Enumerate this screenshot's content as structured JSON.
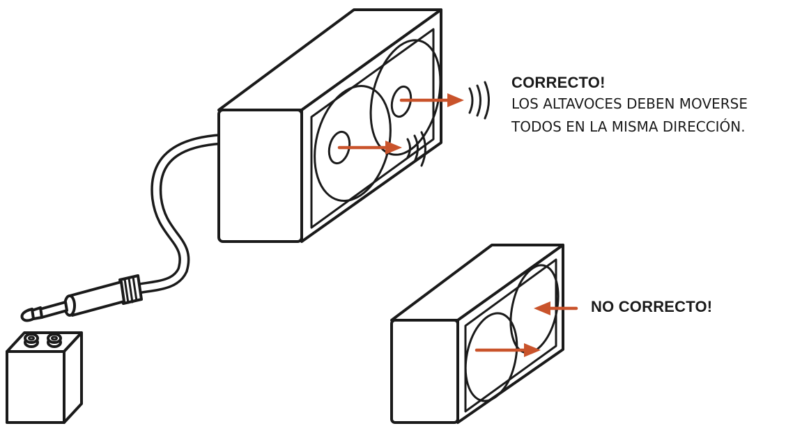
{
  "correct": {
    "title": "CORRECTO!",
    "line1": "LOS ALTAVOCES DEBEN MOVERSE",
    "line2": "TODOS EN LA MISMA DIRECCIÓN."
  },
  "incorrect": {
    "title": "NO CORRECTO!"
  },
  "colors": {
    "arrow": "#c9532b",
    "outline": "#1a1a1a"
  }
}
